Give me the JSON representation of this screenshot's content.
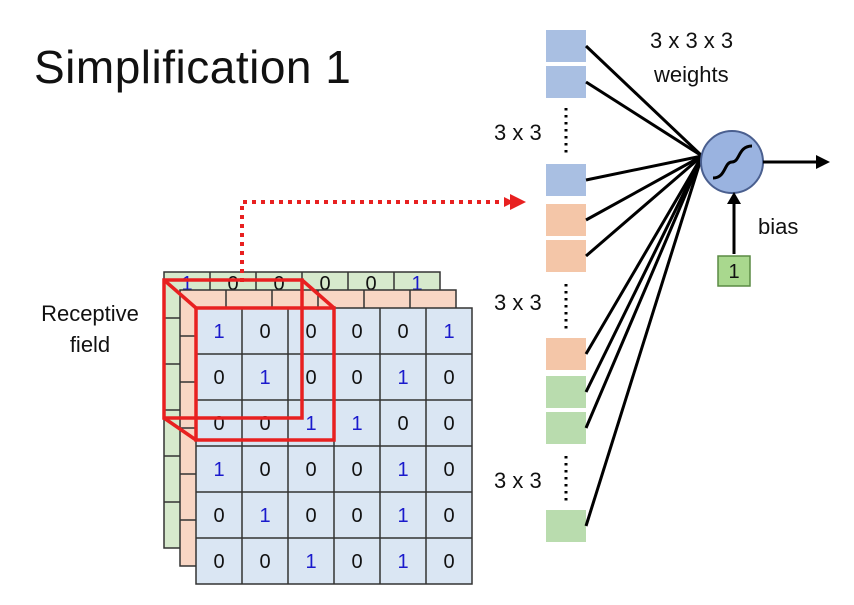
{
  "title": "Simplification 1",
  "labels": {
    "weights_top": "3 x 3 x 3",
    "weights_bottom": "weights",
    "group1": "3 x 3",
    "group2": "3 x 3",
    "group3": "3 x 3",
    "bias": "bias",
    "bias_value": "1",
    "receptive_line1": "Receptive",
    "receptive_line2": "field"
  },
  "matrix": [
    [
      "1",
      "0",
      "0",
      "0",
      "0",
      "1"
    ],
    [
      "0",
      "1",
      "0",
      "0",
      "1",
      "0"
    ],
    [
      "0",
      "0",
      "1",
      "1",
      "0",
      "0"
    ],
    [
      "1",
      "0",
      "0",
      "0",
      "1",
      "0"
    ],
    [
      "0",
      "1",
      "0",
      "0",
      "1",
      "0"
    ],
    [
      "0",
      "0",
      "1",
      "0",
      "1",
      "0"
    ]
  ],
  "back_row_visible": [
    "1",
    "0",
    "0",
    "0",
    "0",
    "1"
  ],
  "colors": {
    "channel_front": "#dae6f3",
    "channel_middle": "#f8d6c4",
    "channel_back": "#d6e9cc",
    "weight_blue": "#a9bfe2",
    "weight_orange": "#f4c6a8",
    "weight_green": "#b9dcae",
    "neuron_fill": "#9ab3e0",
    "bias_fill": "#a9d88e",
    "highlight": "#e82020",
    "one_color": "#1a1acc"
  },
  "weight_groups": [
    {
      "color": "weight_blue",
      "top_count": 2,
      "bottom_count": 1
    },
    {
      "color": "weight_orange",
      "top_count": 2,
      "bottom_count": 1
    },
    {
      "color": "weight_green",
      "top_count": 2,
      "bottom_count": 1
    }
  ]
}
